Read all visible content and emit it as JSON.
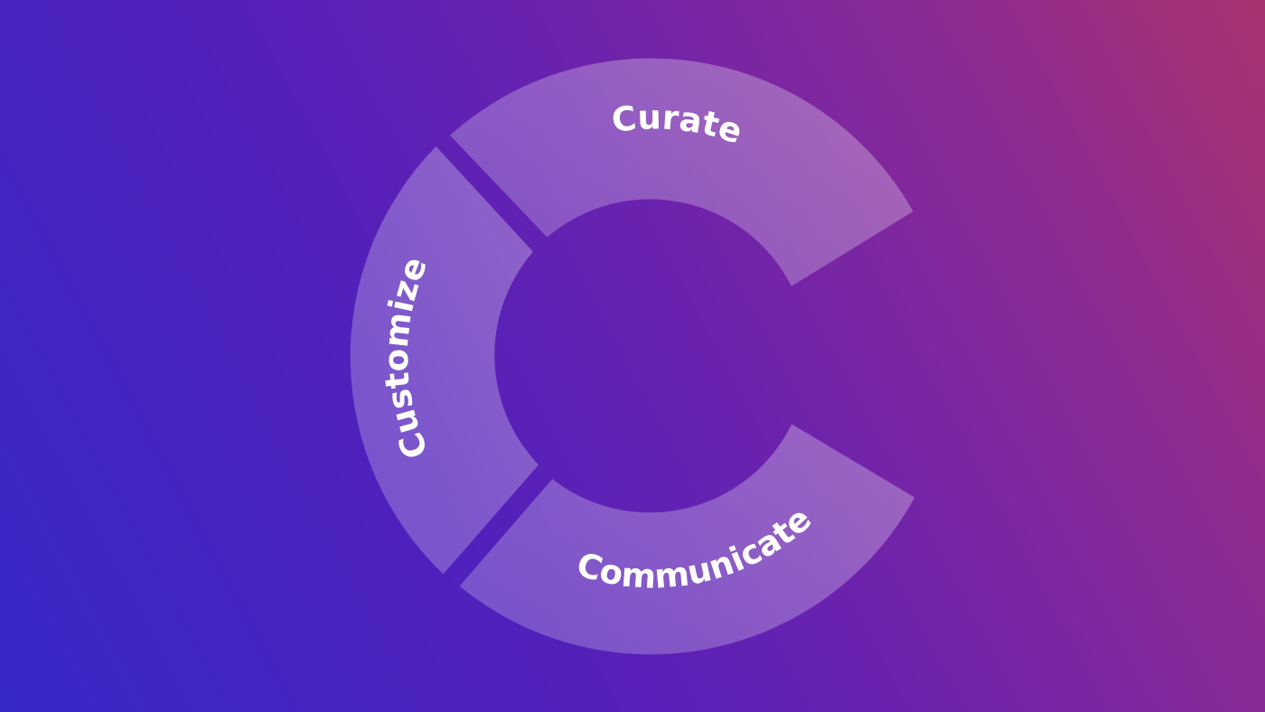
{
  "diagram": {
    "segments": [
      {
        "id": "curate",
        "label": "Curate"
      },
      {
        "id": "customize",
        "label": "Customize"
      },
      {
        "id": "communicate",
        "label": "Communicate"
      }
    ],
    "colors": {
      "segment_fill": "#ffffff",
      "label": "#ffffff",
      "background_start": "#3629c8",
      "background_end": "#a8336f"
    }
  }
}
